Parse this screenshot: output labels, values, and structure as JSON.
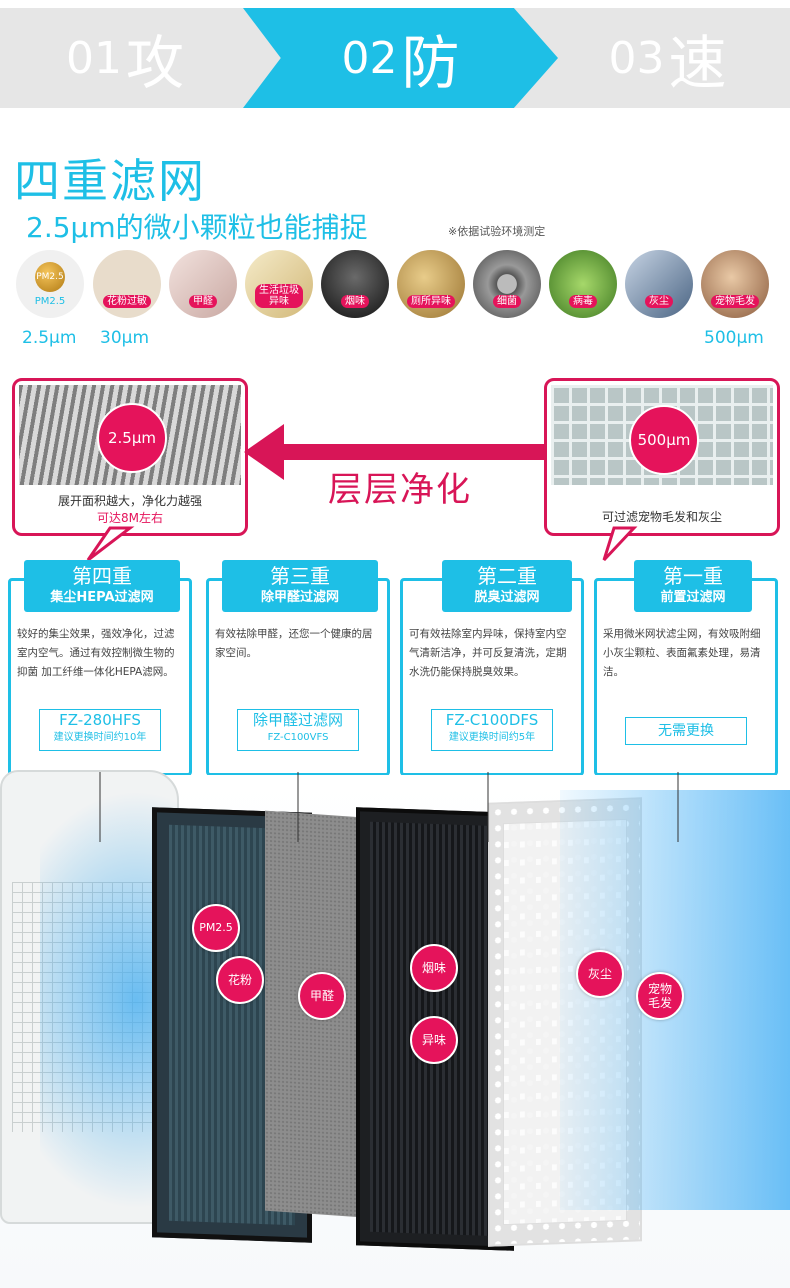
{
  "tabs": [
    {
      "num": "01",
      "label": "攻"
    },
    {
      "num": "02",
      "label": "防"
    },
    {
      "num": "03",
      "label": "速"
    }
  ],
  "title": "四重滤网",
  "subtitle": "2.5μm的微小颗粒也能捕捉",
  "note": "※依据试验环境测定",
  "particles": [
    {
      "label": "PM2.5",
      "ball": "PM2.5",
      "color": "#f0f0f0"
    },
    {
      "label": "花粉过敏",
      "color": "#e8dccb"
    },
    {
      "label": "甲醛",
      "color": "#d9c7c4"
    },
    {
      "label": "生活垃圾\n异味",
      "color": "#e6d5a8"
    },
    {
      "label": "烟味",
      "color": "#2a2a2a"
    },
    {
      "label": "厕所异味",
      "color": "#c8a25a"
    },
    {
      "label": "细菌",
      "color": "#8c8c8c"
    },
    {
      "label": "病毒",
      "color": "#5f9e3a"
    },
    {
      "label": "灰尘",
      "color": "#7a8fa8"
    },
    {
      "label": "宠物毛发",
      "color": "#b8866b"
    }
  ],
  "sizes": {
    "a": "2.5μm",
    "b": "30μm",
    "c": "500μm"
  },
  "zoom_left": {
    "badge": "2.5μm",
    "caption": "展开面积越大，净化力越强",
    "highlight": "可达8M左右"
  },
  "zoom_right": {
    "badge": "500μm",
    "caption": "可过滤宠物毛发和灰尘"
  },
  "purify_label": "层层净化",
  "cards": [
    {
      "h1": "第四重",
      "h2": "集尘HEPA过滤网",
      "desc": "较好的集尘效果，强效净化，过滤室内空气。通过有效控制微生物的抑菌 加工纤维一体化HEPA滤网。",
      "m1": "FZ-280HFS",
      "m2": "建议更换时间约10年"
    },
    {
      "h1": "第三重",
      "h2": "除甲醛过滤网",
      "desc": "有效祛除甲醛，还您一个健康的居家空间。",
      "m1": "除甲醛过滤网",
      "m2": "FZ-C100VFS"
    },
    {
      "h1": "第二重",
      "h2": "脱臭过滤网",
      "desc": "可有效祛除室内异味，保持室内空气清新洁净，并可反复清洗，定期水洗仍能保持脱臭效果。",
      "m1": "FZ-C100DFS",
      "m2": "建议更换时间约5年"
    },
    {
      "h1": "第一重",
      "h2": "前置过滤网",
      "desc": "采用微米网状滤尘网，有效吸附细小灰尘颗粒、表面氟素处理，易清洁。",
      "m1": "无需更换",
      "m2": ""
    }
  ],
  "tags": [
    "PM2.5",
    "花粉",
    "甲醛",
    "烟味",
    "异味",
    "灰尘",
    "宠物\n毛发"
  ],
  "colors": {
    "accent": "#1ebfe6",
    "pink": "#e5135b"
  }
}
